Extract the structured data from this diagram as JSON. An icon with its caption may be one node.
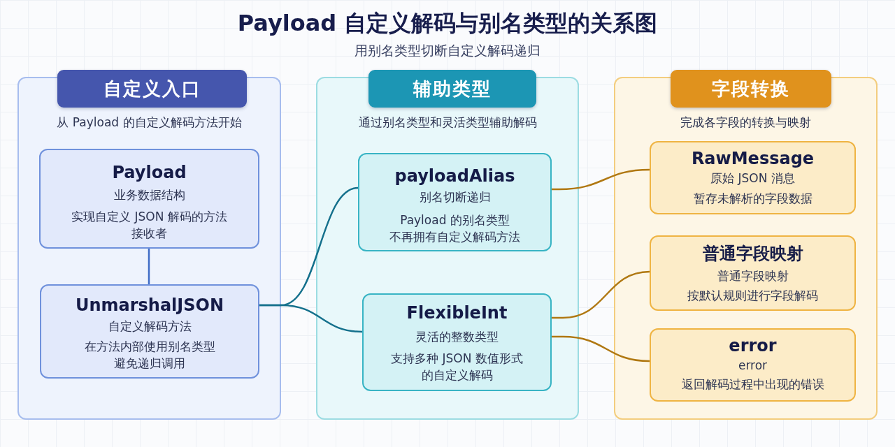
{
  "diagram": {
    "title": "Payload 自定义解码与别名类型的关系图",
    "nodes": [
      {
        "text": [
          "自定义入口",
          "从 Payload 的自定义解码方法开始"
        ]
      },
      {
        "text": [
          "Payload",
          "业务数据结构",
          "实现自定义 JSON 解码的方法接收者"
        ],
        "in": 0
      },
      {
        "text": [
          "UnmarshalJSON",
          "自定义解码方法",
          "在方法内部使用别名类型避免递归调用"
        ],
        "in": 0
      },
      {
        "text": [
          "辅助类型",
          "通过别名类型和灵活类型辅助解码"
        ]
      },
      {
        "text": [
          "payloadAlias",
          "别名切断递归",
          "Payload 的别名类型",
          "不再拥有自定义解码方法"
        ],
        "in": 3
      },
      {
        "text": [
          "FlexibleInt",
          "灵活的整数类型",
          "支持多种 JSON 数值形式的自定义解码"
        ],
        "in": 3
      },
      {
        "text": [
          "字段转换",
          "完成各字段的转换与映射"
        ]
      },
      {
        "text": [
          "RawMessage",
          "原始 JSON 消息",
          "暂存未解析的字段数据"
        ],
        "in": 6
      },
      {
        "text": [
          "普通字段映射",
          "普通字段映射",
          "按默认规则进行字段解码"
        ],
        "in": 6
      },
      {
        "text": [
          "error",
          "error",
          "返回解码过程中出现的错误"
        ],
        "in": 6
      }
    ],
    "edges": [
      {
        "from": 1,
        "to": 2,
        "arrow": "none",
        "color": "#3f6cc6"
      },
      {
        "from": 2,
        "to": 4,
        "arrow": "none",
        "color": "#14708c"
      },
      {
        "from": 2,
        "to": 5,
        "arrow": "none",
        "color": "#14708c"
      },
      {
        "from": 4,
        "to": 7,
        "arrow": "none"
      },
      {
        "from": 5,
        "to": 8,
        "arrow": "none"
      },
      {
        "from": 5,
        "to": 9,
        "arrow": "none"
      }
    ],
    "labels": [
      "用别名类型切断自定义解码递归"
    ]
  }
}
